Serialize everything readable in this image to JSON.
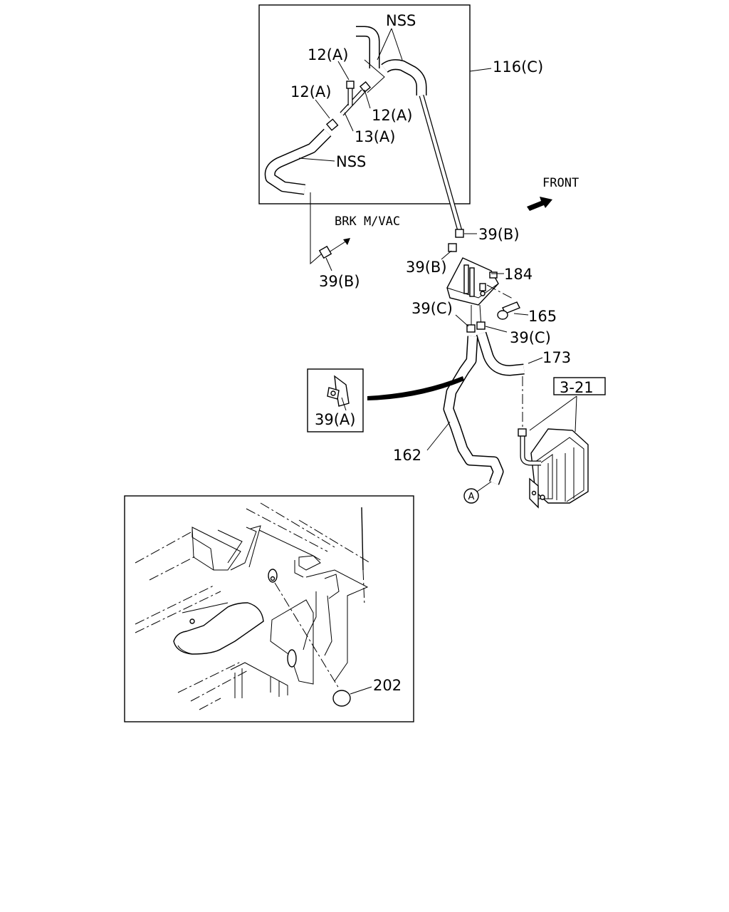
{
  "labels": {
    "nss_top": "NSS",
    "nss_mid": "NSS",
    "part_116c": "116(C)",
    "part_12a_top": "12(A)",
    "part_12a_left": "12(A)",
    "part_12a_right": "12(A)",
    "part_13a": "13(A)",
    "brk_mvac": "BRK M/VAC",
    "front": "FRONT",
    "part_39b_right": "39(B)",
    "part_39b_left": "39(B)",
    "part_39b_lower": "39(B)",
    "part_184": "184",
    "part_39c_left": "39(C)",
    "part_39c_right": "39(C)",
    "part_165": "165",
    "part_173": "173",
    "ref_3_21": "3-21",
    "part_39a": "39(A)",
    "part_162": "162",
    "circle_a": "A",
    "part_202": "202"
  }
}
